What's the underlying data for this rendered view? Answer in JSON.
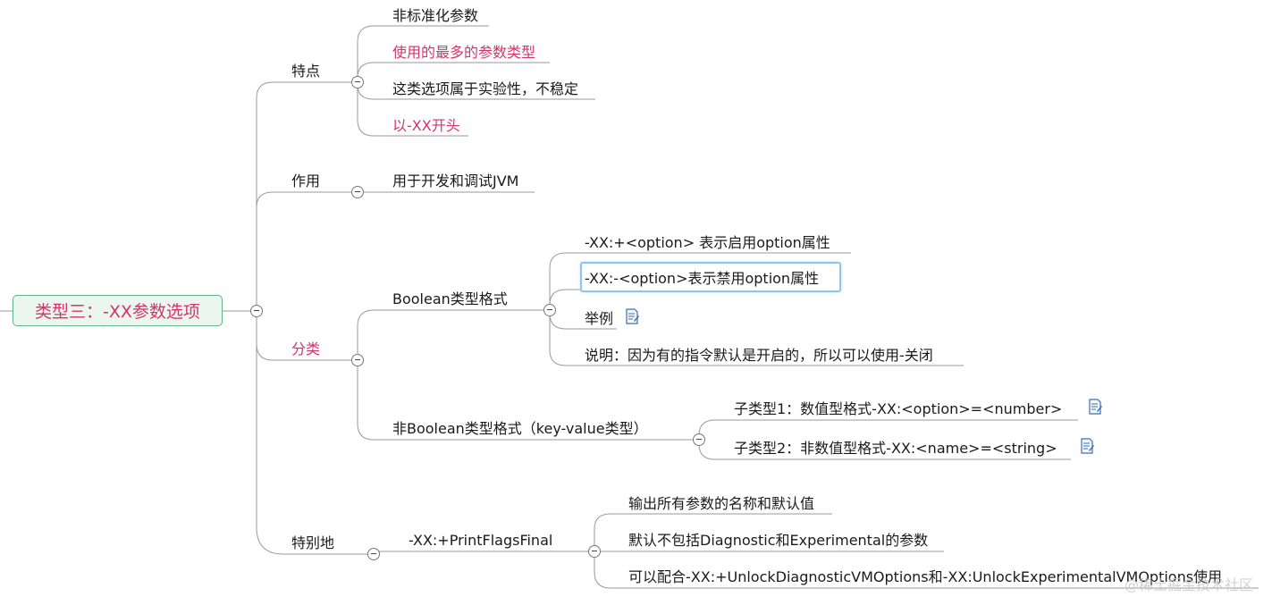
{
  "root": {
    "label": "类型三：-XX参数选项"
  },
  "branches": {
    "features": {
      "label": "特点",
      "items": [
        "非标准化参数",
        "使用的最多的参数类型",
        "这类选项属于实验性，不稳定",
        "以-XX开头"
      ]
    },
    "purpose": {
      "label": "作用",
      "items": [
        "用于开发和调试JVM"
      ]
    },
    "categories": {
      "label": "分类",
      "boolean": {
        "label": "Boolean类型格式",
        "items": [
          "-XX:+<option>  表示启用option属性",
          "-XX:-<option>表示禁用option属性",
          "举例",
          "说明：因为有的指令默认是开启的，所以可以使用-关闭"
        ]
      },
      "non_boolean": {
        "label": "非Boolean类型格式（key-value类型）",
        "items": [
          "子类型1：数值型格式-XX:<option>=<number>",
          "子类型2：非数值型格式-XX:<name>=<string>"
        ]
      }
    },
    "special": {
      "label": "特别地",
      "flag": {
        "label": "-XX:+PrintFlagsFinal",
        "items": [
          "输出所有参数的名称和默认值",
          "默认不包括Diagnostic和Experimental的参数",
          "可以配合-XX:+UnlockDiagnosticVMOptions和-XX:UnlockExperimentalVMOptions使用"
        ]
      }
    }
  },
  "watermark": "@稀土掘金技术社区",
  "colors": {
    "line": "#9a9a9a",
    "accent": "#d6336c",
    "root_border": "#64b48a",
    "root_fill": "#eaf6ef",
    "selection": "#8fc4ee"
  },
  "icons": {
    "note": "note-icon",
    "toggle": "collapse-toggle-icon"
  }
}
